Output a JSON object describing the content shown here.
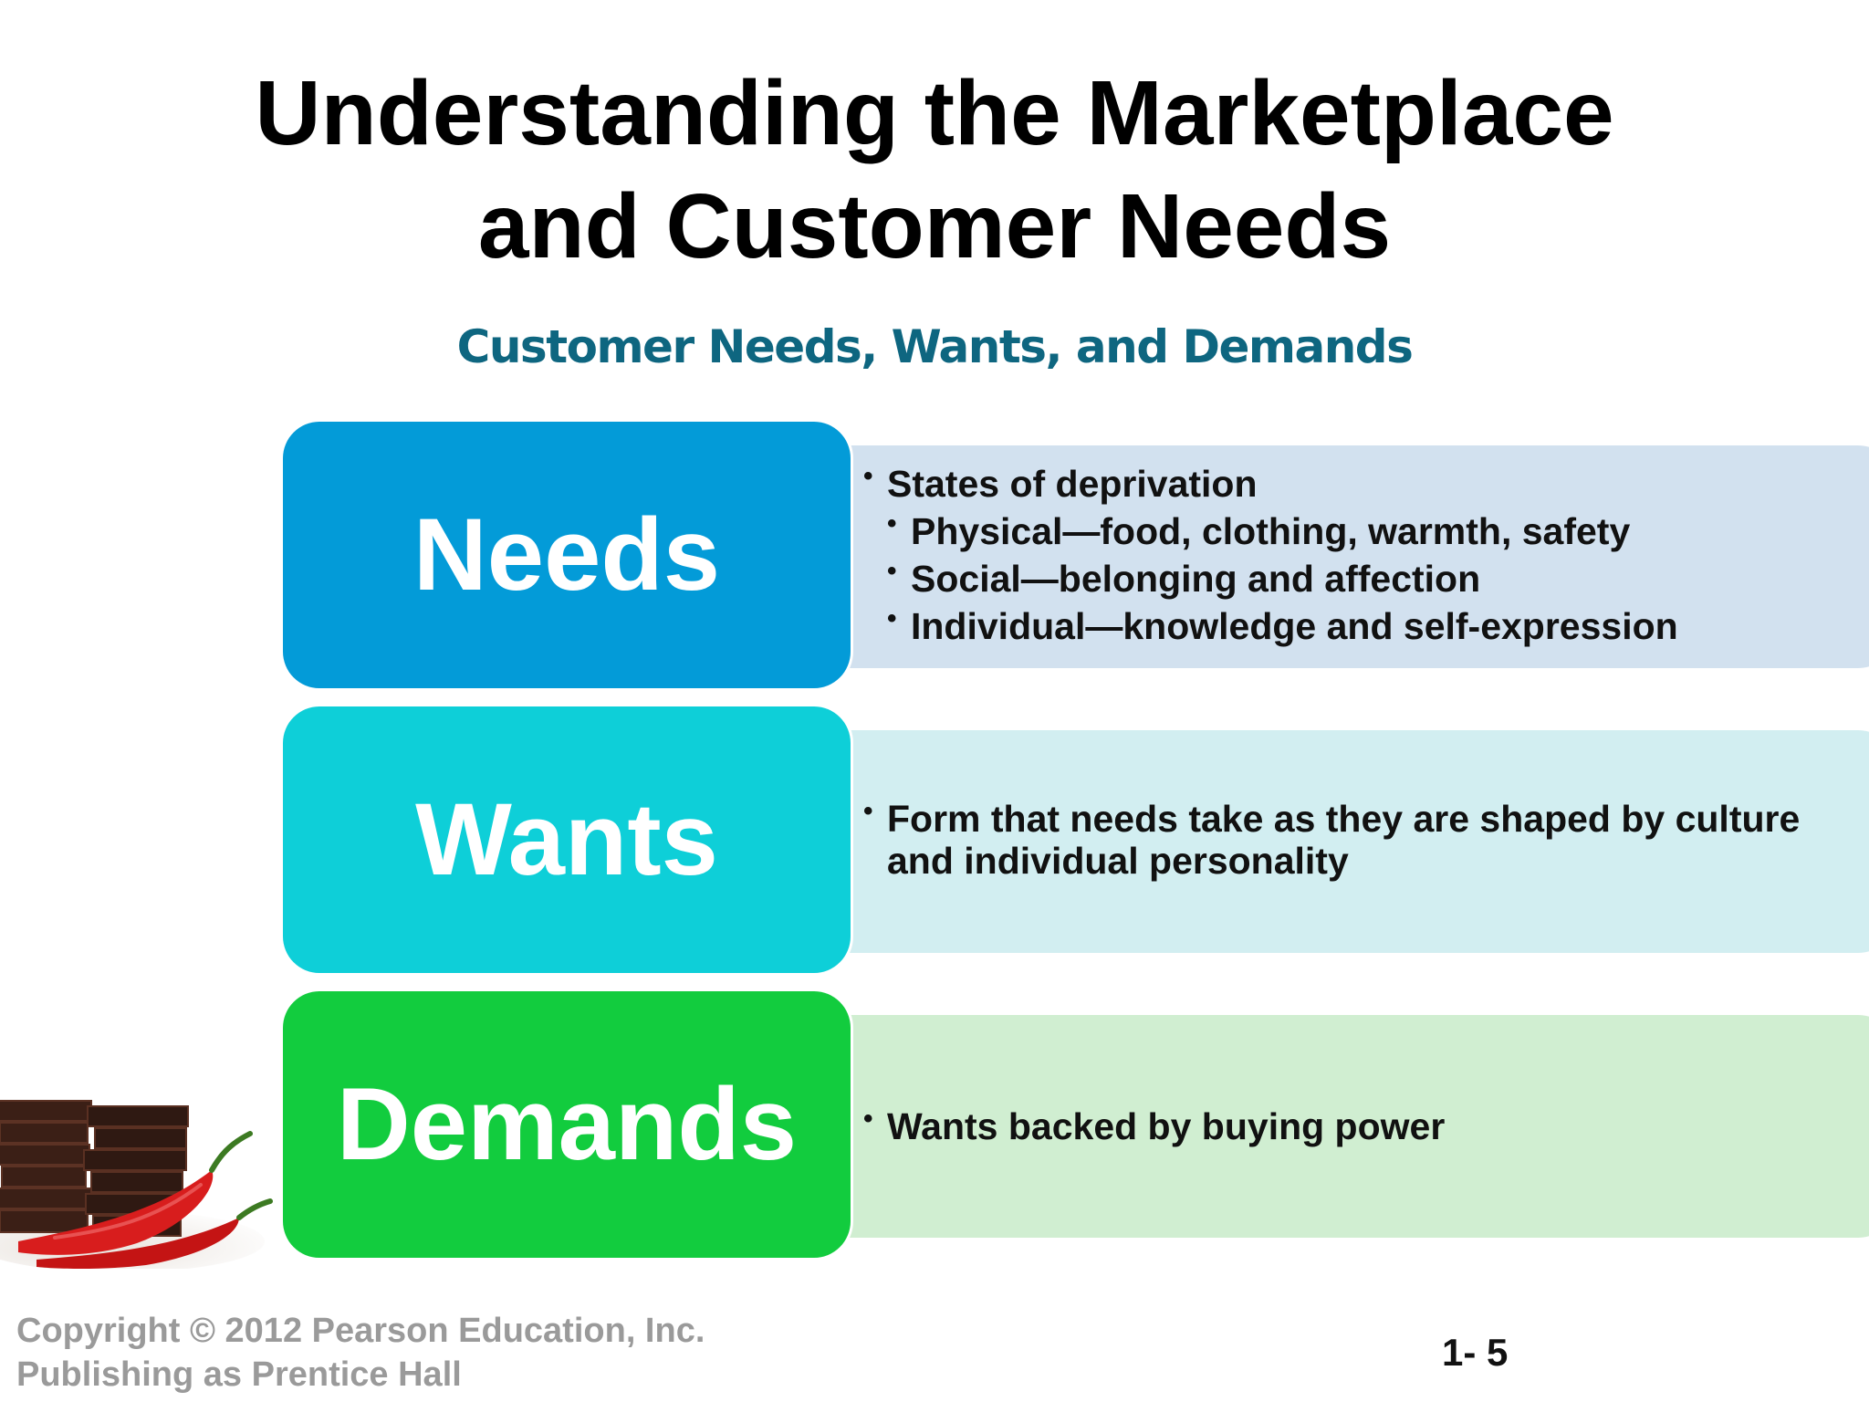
{
  "slide": {
    "title_line1": "Understanding the Marketplace",
    "title_line2": "and Customer Needs",
    "subtitle": "Customer Needs, Wants, and Demands"
  },
  "rows": [
    {
      "label": "Needs",
      "label_color": "#039bd8",
      "panel_color": "#d2e1ef",
      "bullets": [
        "States of deprivation",
        "Physical—food, clothing, warmth, safety",
        "Social—belonging and affection",
        "Individual—knowledge and self-expression"
      ]
    },
    {
      "label": "Wants",
      "label_color": "#0ecfd8",
      "panel_color": "#d2eef1",
      "bullets": [
        "Form that needs take as they are shaped by culture and individual personality"
      ]
    },
    {
      "label": "Demands",
      "label_color": "#12cc3e",
      "panel_color": "#d0eed1",
      "bullets": [
        "Wants backed by buying power"
      ]
    }
  ],
  "footer": {
    "copyright_line1": "Copyright © 2012 Pearson Education, Inc.",
    "copyright_line2": "Publishing as Prentice Hall",
    "page_number": "1- 5"
  }
}
